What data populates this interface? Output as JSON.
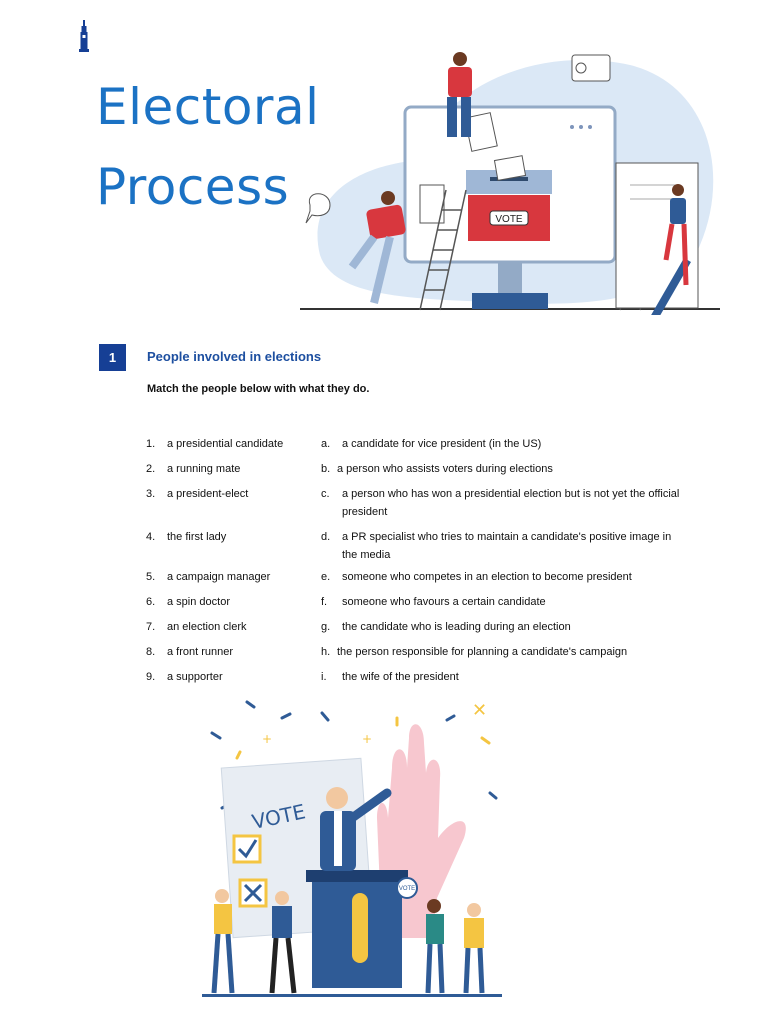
{
  "header": {
    "title_line1": "Electoral",
    "title_line2": "Process"
  },
  "hero_illustration": {
    "ballot_box_label": "VOTE"
  },
  "section": {
    "number": "1",
    "title": "People involved in elections",
    "instruction": "Match the people below with what they do."
  },
  "people": [
    {
      "num": "1.",
      "text": "a presidential candidate"
    },
    {
      "num": "2.",
      "text": "a running mate"
    },
    {
      "num": "3.",
      "text": "a president-elect"
    },
    {
      "num": "4.",
      "text": "the first lady"
    },
    {
      "num": "5.",
      "text": "a campaign manager"
    },
    {
      "num": "6.",
      "text": "a spin doctor"
    },
    {
      "num": "7.",
      "text": "an election clerk"
    },
    {
      "num": "8.",
      "text": "a front runner"
    },
    {
      "num": "9.",
      "text": "a supporter"
    }
  ],
  "definitions": [
    {
      "letter": "a.",
      "text": "a candidate for vice president (in the US)"
    },
    {
      "letter": "b.",
      "text": "a person who assists voters during elections"
    },
    {
      "letter": "c.",
      "text": "a person who has won a presidential election but is not yet the official president"
    },
    {
      "letter": "d.",
      "text": "a PR specialist who tries to maintain a candidate's positive image in the media"
    },
    {
      "letter": "e.",
      "text": "someone who competes in an election to become president"
    },
    {
      "letter": "f.",
      "text": "someone who favours a certain candidate"
    },
    {
      "letter": "g.",
      "text": "the candidate who is leading during an election"
    },
    {
      "letter": "h.",
      "text": "the person responsible for planning a candidate's campaign"
    },
    {
      "letter": "i.",
      "text": "the wife of the president"
    }
  ],
  "bottom_illustration": {
    "ballot_label": "VOTE",
    "badge_label": "VOTE"
  },
  "colors": {
    "title_blue": "#1b72c4",
    "section_box": "#163f95",
    "section_title": "#1d4fa0",
    "accent_red": "#d8373e"
  }
}
